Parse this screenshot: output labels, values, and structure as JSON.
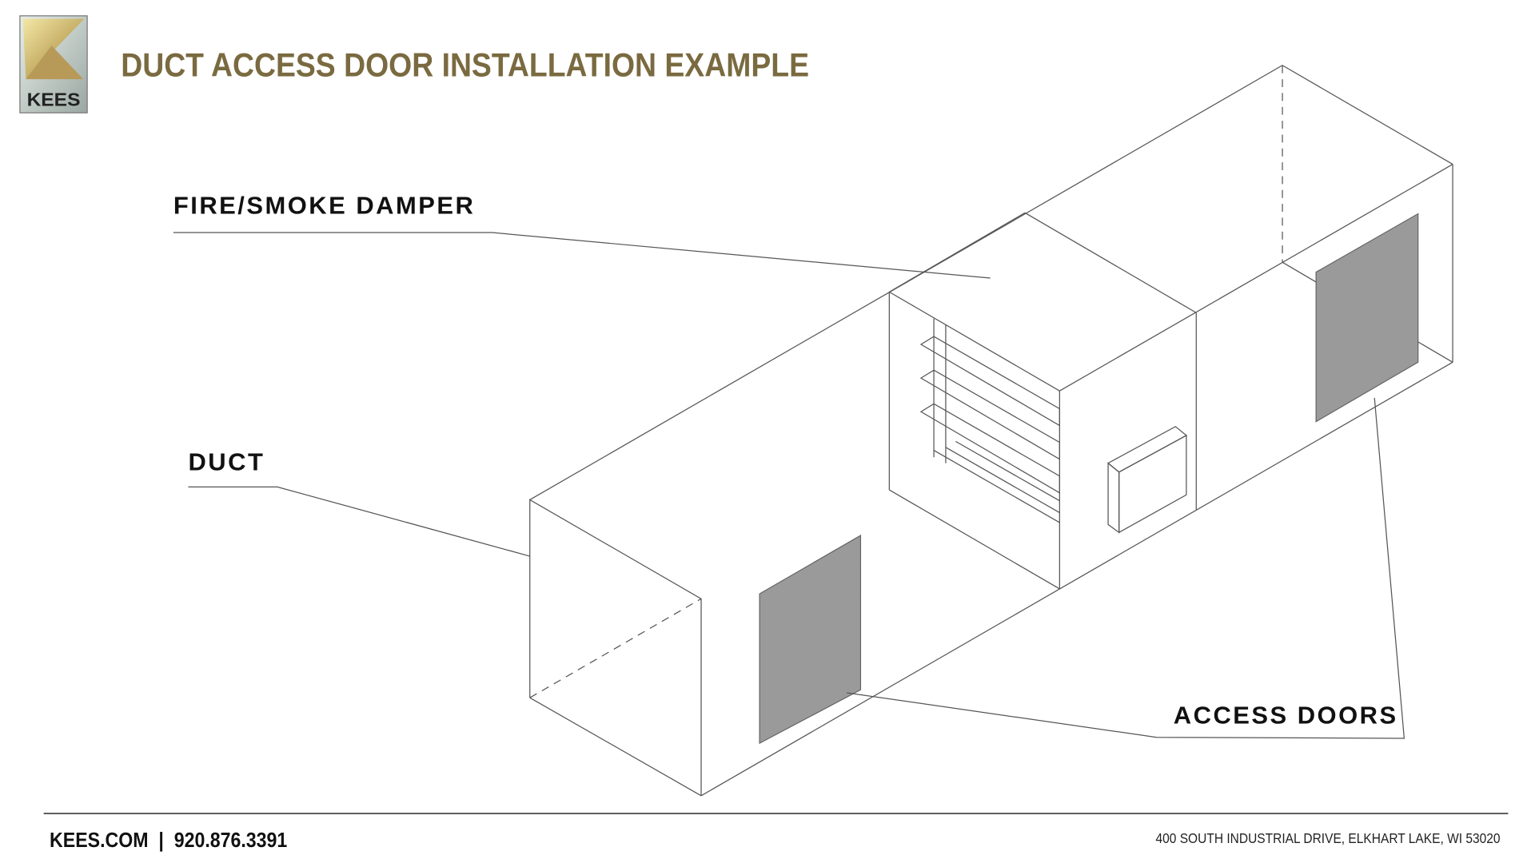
{
  "header": {
    "logo_text": "KEES",
    "title": "DUCT ACCESS DOOR INSTALLATION EXAMPLE"
  },
  "labels": {
    "damper": "FIRE/SMOKE DAMPER",
    "duct": "DUCT",
    "access_doors": "ACCESS DOORS"
  },
  "footer": {
    "website_phone": "KEES.COM  |  920.876.3391",
    "address": "400 SOUTH INDUSTRIAL DRIVE, ELKHART LAKE, WI 53020"
  },
  "colors": {
    "title": "#7a6a40",
    "door": "#9a9a9a"
  }
}
